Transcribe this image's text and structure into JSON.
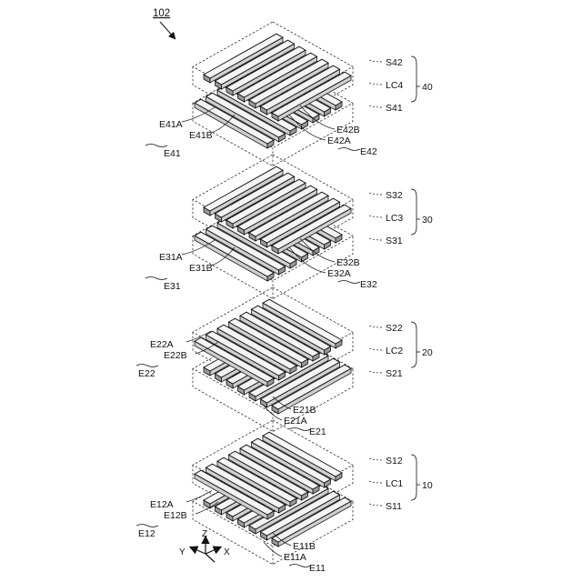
{
  "figure": {
    "number": "102",
    "colors": {
      "ink": "#111111",
      "paper": "#ffffff",
      "bar_top": "#f4f4f4",
      "bar_side": "#9a9a9a",
      "bar_front": "#cfcfcf"
    }
  },
  "layers": [
    {
      "id": "40",
      "substrate_top": "S42",
      "liquid_crystal": "LC4",
      "substrate_bottom": "S41",
      "upper_set": "E42",
      "upper_a": "E42A",
      "upper_b": "E42B",
      "lower_set": "E41",
      "lower_a": "E41A",
      "lower_b": "E41B"
    },
    {
      "id": "30",
      "substrate_top": "S32",
      "liquid_crystal": "LC3",
      "substrate_bottom": "S31",
      "upper_set": "E32",
      "upper_a": "E32A",
      "upper_b": "E32B",
      "lower_set": "E31",
      "lower_a": "E31A",
      "lower_b": "E31B"
    },
    {
      "id": "20",
      "substrate_top": "S22",
      "liquid_crystal": "LC2",
      "substrate_bottom": "S21",
      "upper_set": "E22",
      "upper_a": "E22A",
      "upper_b": "E22B",
      "lower_set": "E21",
      "lower_a": "E21A",
      "lower_b": "E21B"
    },
    {
      "id": "10",
      "substrate_top": "S12",
      "liquid_crystal": "LC1",
      "substrate_bottom": "S11",
      "upper_set": "E12",
      "upper_a": "E12A",
      "upper_b": "E12B",
      "lower_set": "E11",
      "lower_a": "E11A",
      "lower_b": "E11B"
    }
  ],
  "axes": {
    "z": "Z",
    "y": "Y",
    "x": "X"
  }
}
